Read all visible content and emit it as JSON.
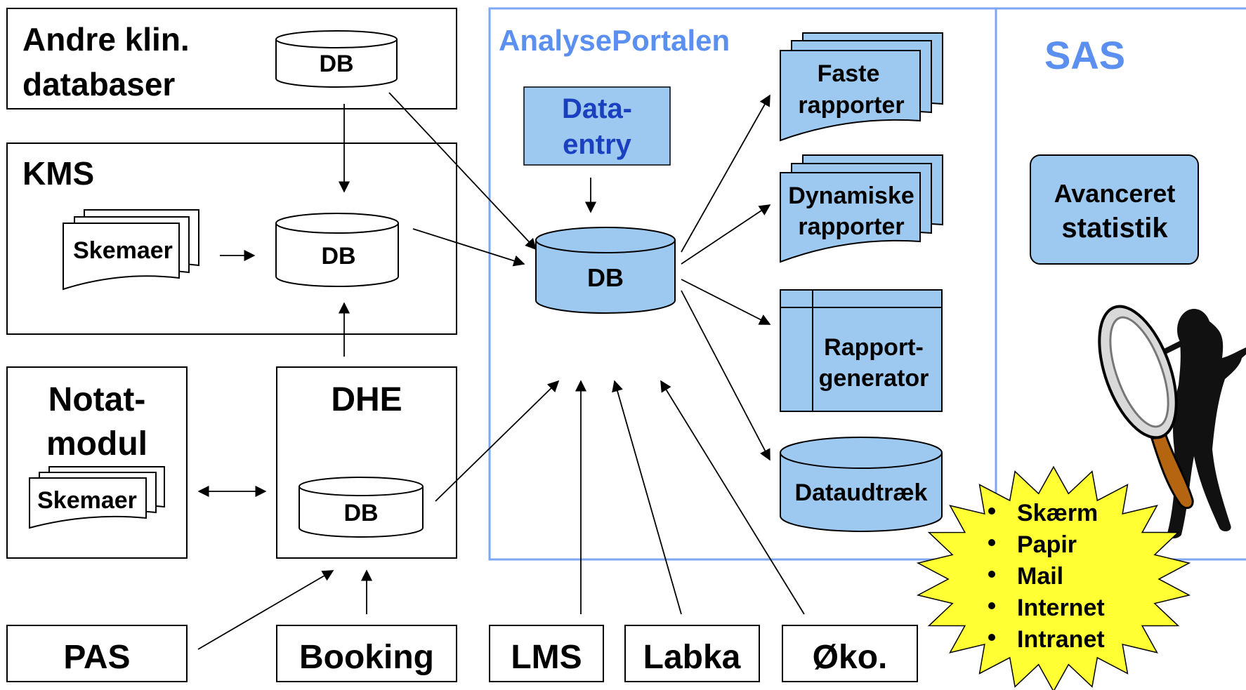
{
  "colors": {
    "portal_border": "#7ea6f0",
    "db_fill_blue": "#9dc8f0",
    "dataentry_text": "#1a3fbf",
    "sas_title": "#5b8ff0",
    "burst_fill": "#ffff33",
    "magnifier_handle": "#b5650f"
  },
  "left": {
    "andre": {
      "line1": "Andre klin.",
      "line2": "databaser",
      "db": "DB"
    },
    "kms": {
      "title": "KMS",
      "skemaer": "Skemaer",
      "db": "DB"
    },
    "notat": {
      "line1": "Notat-",
      "line2": "modul",
      "skemaer": "Skemaer"
    },
    "dhe": {
      "title": "DHE",
      "db": "DB"
    }
  },
  "sources": {
    "pas": "PAS",
    "booking": "Booking",
    "lms": "LMS",
    "labka": "Labka",
    "oko": "Øko."
  },
  "portal": {
    "title": "AnalysePortalen",
    "dataentry_line1": "Data-",
    "dataentry_line2": "entry",
    "db": "DB",
    "faste_line1": "Faste",
    "faste_line2": "rapporter",
    "dyn_line1": "Dynamiske",
    "dyn_line2": "rapporter",
    "gen_line1": "Rapport-",
    "gen_line2": "generator",
    "udtraek": "Dataudtræk"
  },
  "sas": {
    "title": "SAS",
    "avanceret_line1": "Avanceret",
    "avanceret_line2": "statistik"
  },
  "outputs": [
    "Skærm",
    "Papir",
    "Mail",
    "Internet",
    "Intranet"
  ],
  "icons": [
    "magnifier-figure-icon",
    "burst-star-icon"
  ]
}
